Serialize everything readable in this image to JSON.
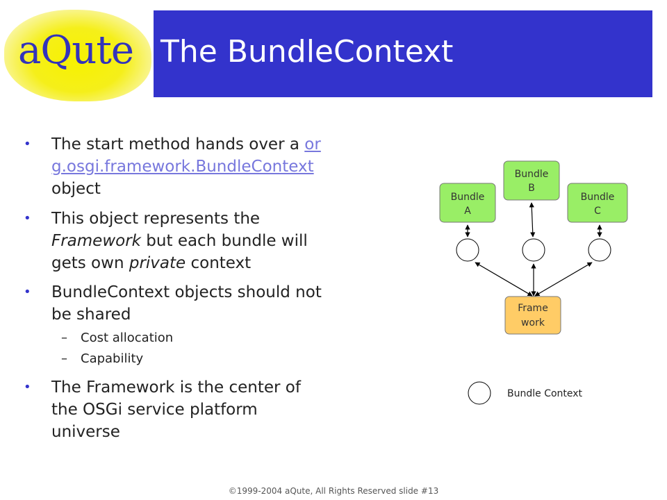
{
  "logo": {
    "text": "aQute"
  },
  "header": {
    "title": "The BundleContext"
  },
  "bullets": {
    "b1_prefix": "The start method hands over a ",
    "b1_link": "org.osgi.framework.BundleContext",
    "b1_suffix": " object",
    "b2_a": "This object represents the ",
    "b2_em1": "Framework",
    "b2_b": " but each bundle will gets own ",
    "b2_em2": "private",
    "b2_c": " context",
    "b3": "BundleContext objects should not be shared",
    "sub1": "Cost allocation",
    "sub2": "Capability",
    "b4": "The Framework is the center of the OSGi service platform universe"
  },
  "diagram": {
    "bundle_a": [
      "Bundle",
      "A"
    ],
    "bundle_b": [
      "Bundle",
      "B"
    ],
    "bundle_c": [
      "Bundle",
      "C"
    ],
    "framework": [
      "Frame",
      "work"
    ],
    "legend": "Bundle Context",
    "colors": {
      "bundle": "#99ee66",
      "framework": "#ffcc66"
    }
  },
  "footer": {
    "text": "©1999-2004 aQute, All Rights Reserved slide #13"
  }
}
